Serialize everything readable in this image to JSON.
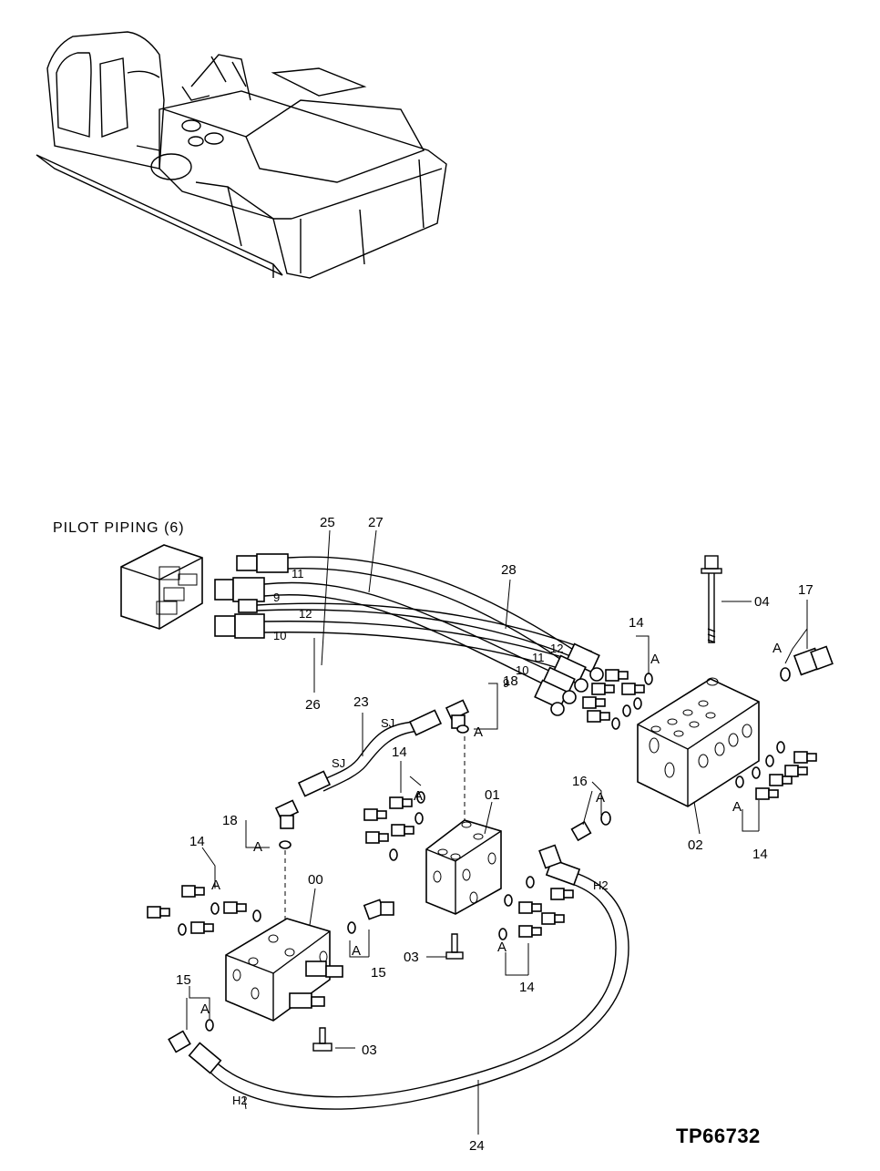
{
  "header_label": "PILOT PIPING (6)",
  "drawing_ref": "TP66732",
  "callouts": {
    "c25": "25",
    "c27": "27",
    "c28": "28",
    "c26": "26",
    "c23": "23",
    "c04": "04",
    "c17": "17",
    "c14a": "14",
    "c18a": "18",
    "c14b": "14",
    "c01": "01",
    "c16": "16",
    "c02": "02",
    "c14c": "14",
    "c18b": "18",
    "c14d": "14",
    "c00": "00",
    "c15a": "15",
    "c03a": "03",
    "c14e": "14",
    "c15b": "15",
    "c03b": "03",
    "c24": "24"
  },
  "hose_marks": {
    "m11a": "11",
    "m9a": "9",
    "m12a": "12",
    "m10a": "10",
    "m12b": "12",
    "m11b": "11",
    "m10b": "10",
    "m9b": "9",
    "sj1": "SJ",
    "sj2": "SJ",
    "h2a": "H2",
    "h2b": "H2"
  },
  "port_letters": {
    "a1": "A",
    "a2": "A",
    "a3": "A",
    "a4": "A",
    "a5": "A",
    "a6": "A",
    "a7": "A",
    "a8": "A",
    "a9": "A",
    "a10": "A",
    "a11": "A"
  }
}
